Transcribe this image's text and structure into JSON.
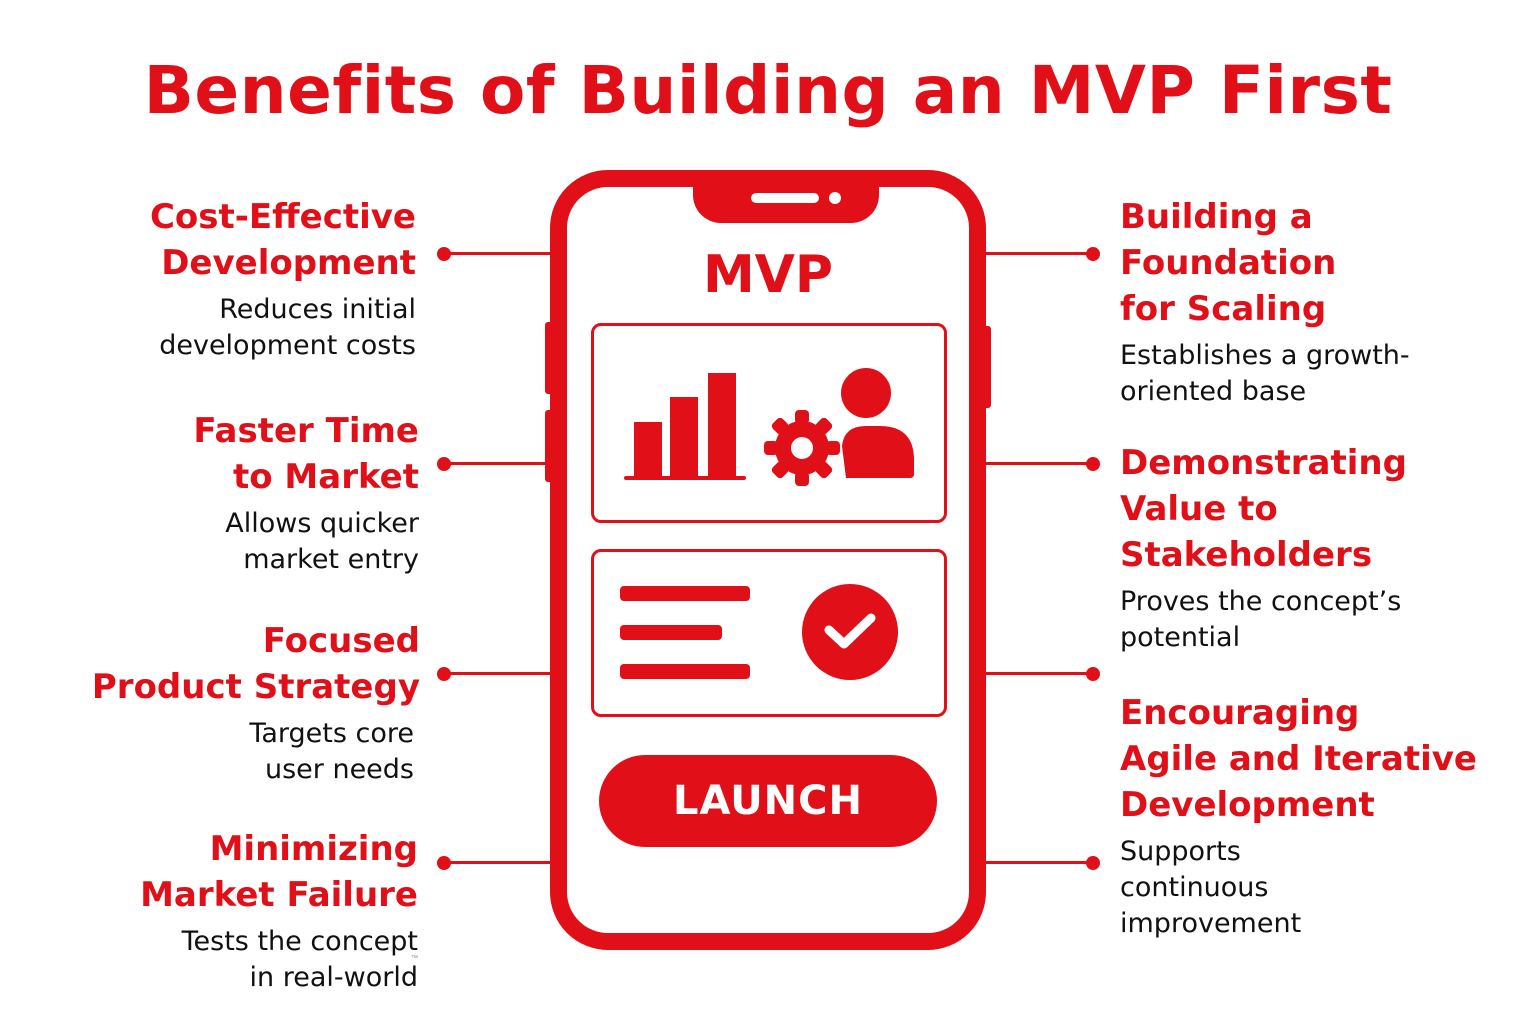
{
  "title": "Benefits of Building an MVP First",
  "colors": {
    "accent": "#e10f17",
    "text": "#111111",
    "background": "#ffffff"
  },
  "phone": {
    "label": "MVP",
    "panel1_icons": [
      "bar-chart-icon",
      "gear-user-icon"
    ],
    "panel2_icons": [
      "text-lines-icon",
      "check-circle-icon"
    ],
    "button_label": "LAUNCH"
  },
  "benefits_left": [
    {
      "title": "Cost-Effective\nDevelopment",
      "description": "Reduces initial\ndevelopment costs"
    },
    {
      "title": "Faster Time\nto Market",
      "description": "Allows quicker\nmarket entry"
    },
    {
      "title": "Focused\nProduct Strategy",
      "description": "Targets core\nuser needs"
    },
    {
      "title": "Minimizing\nMarket Failure",
      "description": "Tests the concept\nin real-world"
    }
  ],
  "benefits_right": [
    {
      "title": "Building a\nFoundation\nfor Scaling",
      "description": "Establishes a growth-\noriented base"
    },
    {
      "title": "Demonstrating\nValue to\nStakeholders",
      "description": "Proves the concept’s\npotential"
    },
    {
      "title": "Encouraging\nAgile and Iterative\nDevelopment",
      "description": "Supports\ncontinuous\nimprovement"
    }
  ],
  "trademark": "™"
}
